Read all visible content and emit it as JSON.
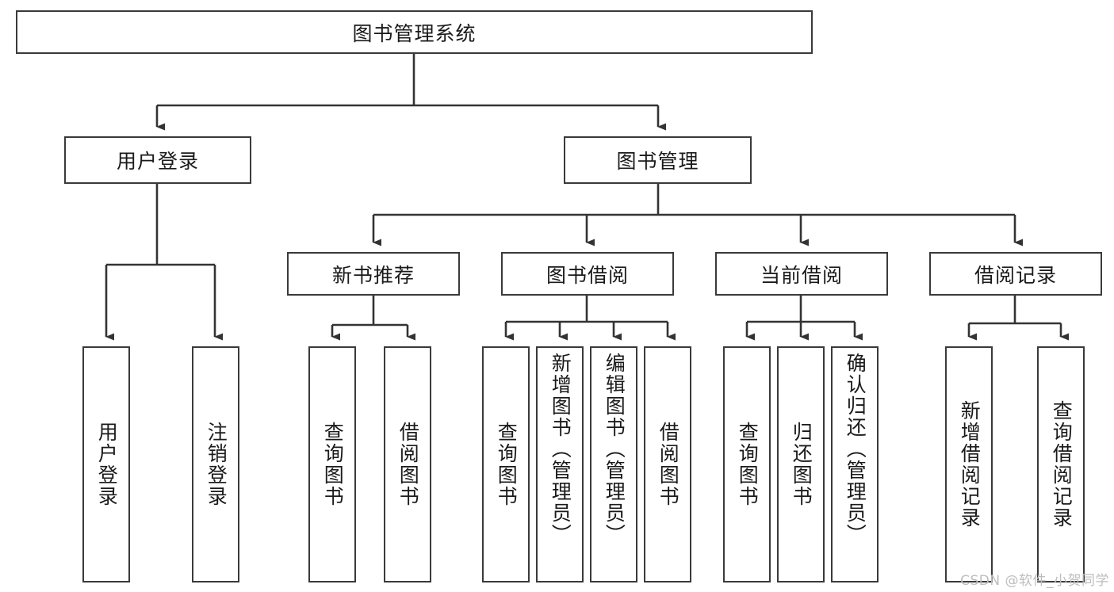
{
  "diagram": {
    "title": "图书管理系统",
    "type": "tree-hierarchy",
    "watermark": "CSDN @软件_小贺同学",
    "colors": {
      "box_border": "#3a3a3a",
      "box_fill": "#ffffff",
      "edge": "#333333",
      "text": "#1a1a1a",
      "watermark": "#bdbdbd"
    },
    "nodes": {
      "root": {
        "label": "图书管理系统"
      },
      "level2": [
        {
          "id": "user-login",
          "label": "用户登录"
        },
        {
          "id": "book-manage",
          "label": "图书管理"
        }
      ],
      "level3": [
        {
          "id": "new-book-recommend",
          "label": "新书推荐"
        },
        {
          "id": "book-borrow",
          "label": "图书借阅"
        },
        {
          "id": "current-borrow",
          "label": "当前借阅"
        },
        {
          "id": "borrow-record",
          "label": "借阅记录"
        }
      ],
      "leaves": {
        "user-login": [
          {
            "id": "leaf-user-login",
            "label": "用户登录"
          },
          {
            "id": "leaf-logout-login",
            "label": "注销登录"
          }
        ],
        "new-book-recommend": [
          {
            "id": "leaf-query-book-1",
            "label": "查询图书"
          },
          {
            "id": "leaf-borrow-book-1",
            "label": "借阅图书"
          }
        ],
        "book-borrow": [
          {
            "id": "leaf-query-book-2",
            "label": "查询图书"
          },
          {
            "id": "leaf-add-book-admin",
            "label": "新增图书（管理员）"
          },
          {
            "id": "leaf-edit-book-admin",
            "label": "编辑图书（管理员）"
          },
          {
            "id": "leaf-borrow-book-2",
            "label": "借阅图书"
          }
        ],
        "current-borrow": [
          {
            "id": "leaf-query-book-3",
            "label": "查询图书"
          },
          {
            "id": "leaf-return-book",
            "label": "归还图书"
          },
          {
            "id": "leaf-confirm-return-admin",
            "label": "确认归还（管理员）"
          }
        ],
        "borrow-record": [
          {
            "id": "leaf-add-borrow-record",
            "label": "新增借阅记录"
          },
          {
            "id": "leaf-query-borrow-record",
            "label": "查询借阅记录"
          }
        ]
      }
    }
  }
}
